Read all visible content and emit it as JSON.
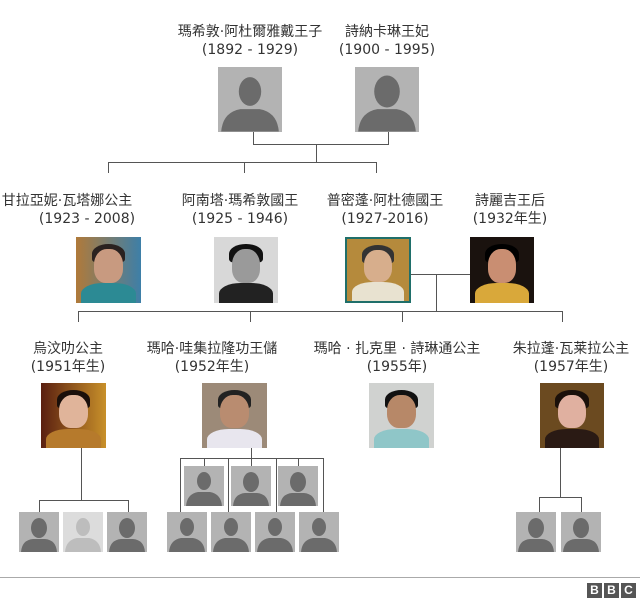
{
  "generation1": [
    {
      "name": "瑪希敦·阿杜爾雅戴王子",
      "years": "(1892 - 1929)"
    },
    {
      "name": "詩納卡琳王妃",
      "years": "(1900 - 1995)"
    }
  ],
  "generation2": [
    {
      "name": "甘拉亞妮·瓦塔娜公主",
      "years": "(1923 - 2008)"
    },
    {
      "name": "阿南塔·瑪希敦國王",
      "years": "(1925 - 1946)"
    },
    {
      "name": "普密蓬·阿杜德國王",
      "years": "(1927-2016)"
    },
    {
      "name": "詩麗吉王后",
      "years": "(1932年生)"
    }
  ],
  "generation3": [
    {
      "name": "烏汶叻公主",
      "years": "(1951年生)"
    },
    {
      "name": "瑪哈·哇集拉隆功王儲",
      "years": "(1952年生)"
    },
    {
      "name": "瑪哈 · 扎克里 · 詩琳通公主",
      "years": "(1955年)"
    },
    {
      "name": "朱拉蓬·瓦莱拉公主",
      "years": "(1957年生)"
    }
  ],
  "logo": "BBC",
  "colors": {
    "highlight_border": "#1f6f6a",
    "silhouette_bg": "#b3b3b3",
    "silhouette_fg": "#6b6b6b"
  }
}
